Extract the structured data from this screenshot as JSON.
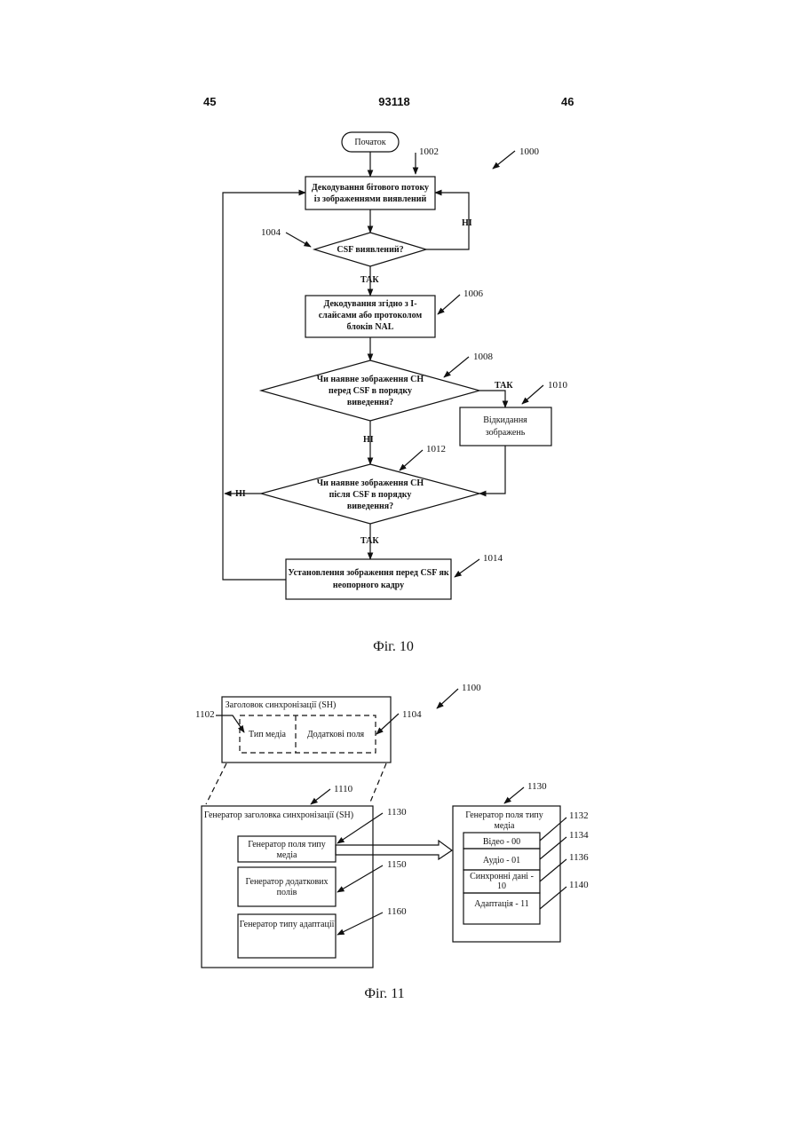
{
  "header": {
    "page_left": "45",
    "doc_number": "93118",
    "page_right": "46"
  },
  "fig10": {
    "caption": "Фіг. 10",
    "ref_figure": "1000",
    "start": {
      "label": "Початок"
    },
    "step_1002": {
      "ref": "1002",
      "line1": "Декодування бітового потоку",
      "line2": "із зображеннями виявлений"
    },
    "step_1004": {
      "ref": "1004",
      "line1": "CSF виявлений?"
    },
    "step_1006": {
      "ref": "1006",
      "line1": "Декодування згідно з I-",
      "line2": "слайсами або протоколом",
      "line3": "блоків NAL"
    },
    "step_1008": {
      "ref": "1008",
      "line1": "Чи наявне зображення CH",
      "line2": "перед CSF в порядку",
      "line3": "виведення?"
    },
    "step_1010": {
      "ref": "1010",
      "line1": "Відкидання",
      "line2": "зображень"
    },
    "step_1012": {
      "ref": "1012",
      "line1": "Чи наявне зображення CH",
      "line2": "після CSF в порядку",
      "line3": "виведення?"
    },
    "step_1014": {
      "ref": "1014",
      "line1": "Установлення зображення перед CSF як",
      "line2": "неопорного кадру"
    },
    "labels": {
      "no_1004": "НІ",
      "yes_1004": "ТАК",
      "yes_1008": "ТАК",
      "no_1008": "НІ",
      "no_1012": "НІ",
      "yes_1012": "ТАК"
    }
  },
  "fig11": {
    "caption": "Фіг. 11",
    "ref_figure": "1100",
    "sync_header": {
      "title": "Заголовок синхронізації (SH)",
      "field_media_type": "Тип медіа",
      "field_additional": "Додаткові поля",
      "ref_media": "1102",
      "ref_additional": "1104"
    },
    "generator": {
      "ref": "1110",
      "title": "Генератор заголовка синхронізації (SH)",
      "media_type_gen": {
        "ref": "1130",
        "line1": "Генератор поля типу",
        "line2": "медіа"
      },
      "additional_gen": {
        "ref": "1150",
        "line1": "Генератор додаткових",
        "line2": "полів"
      },
      "adaptation_gen": {
        "ref": "1160",
        "line1": "Генератор типу адаптації"
      }
    },
    "media_type_field_gen": {
      "ref": "1130",
      "line1": "Генератор поля типу",
      "line2": "медіа",
      "items": [
        {
          "ref": "1132",
          "line1": "Відео - 00",
          "line2": ""
        },
        {
          "ref": "1134",
          "line1": "Аудіо - 01",
          "line2": ""
        },
        {
          "ref": "1136",
          "line1": "Синхронні дані -",
          "line2": "10"
        },
        {
          "ref": "1140",
          "line1": "Адаптація - 11",
          "line2": ""
        }
      ]
    }
  }
}
